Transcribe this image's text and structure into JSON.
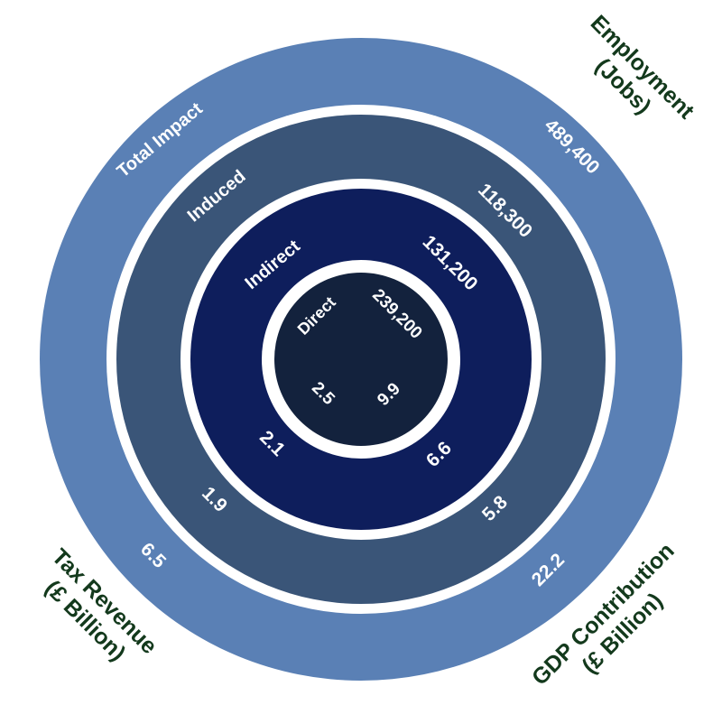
{
  "colors": {
    "outer_ring": "#5a80b5",
    "induced_ring": "#3a5578",
    "indirect_ring": "#0e1e5c",
    "direct_core": "#13223d",
    "separator": "#ffffff",
    "corner_text": "#13391c"
  },
  "rings": [
    {
      "key": "total",
      "label": "Total Impact",
      "employment": "489,400",
      "gdp": "22.2",
      "tax": "6.5"
    },
    {
      "key": "induced",
      "label": "Induced",
      "employment": "118,300",
      "gdp": "5.8",
      "tax": "1.9"
    },
    {
      "key": "indirect",
      "label": "Indirect",
      "employment": "131,200",
      "gdp": "6.6",
      "tax": "2.1"
    },
    {
      "key": "direct",
      "label": "Direct",
      "employment": "239,200",
      "gdp": "9.9",
      "tax": "2.5"
    }
  ],
  "corners": {
    "employment": [
      "Employment",
      "(Jobs)"
    ],
    "gdp": [
      "GDP Contribution",
      "(£ Billion)"
    ],
    "tax": [
      "Tax Revenue",
      "(£ Billion)"
    ]
  }
}
